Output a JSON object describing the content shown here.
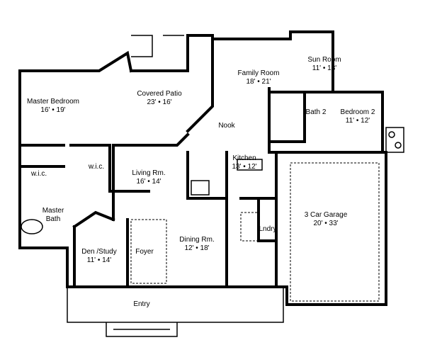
{
  "rooms": [
    {
      "name": "Master Bedroom",
      "dims": "16' • 19'"
    },
    {
      "name": "Covered Patio",
      "dims": "23' • 16'"
    },
    {
      "name": "Family Room",
      "dims": "18' • 21'"
    },
    {
      "name": "Sun Room",
      "dims": "11' • 13'"
    },
    {
      "name": "Bath 2",
      "dims": ""
    },
    {
      "name": "Bedroom 2",
      "dims": "11' • 12'"
    },
    {
      "name": "Nook",
      "dims": ""
    },
    {
      "name": "Kitchen",
      "dims": "13' • 12'"
    },
    {
      "name": "w.i.c.",
      "dims": ""
    },
    {
      "name": "w.i.c.",
      "dims": ""
    },
    {
      "name": "Living Rm.",
      "dims": "16' • 14'"
    },
    {
      "name": "Master Bath",
      "dims": ""
    },
    {
      "name": "Den /Study",
      "dims": "11' • 14'"
    },
    {
      "name": "Foyer",
      "dims": ""
    },
    {
      "name": "Dining Rm.",
      "dims": "12' • 18'"
    },
    {
      "name": "Lndry",
      "dims": ""
    },
    {
      "name": "3 Car Garage",
      "dims": "20' • 33'"
    },
    {
      "name": "Entry",
      "dims": ""
    }
  ]
}
